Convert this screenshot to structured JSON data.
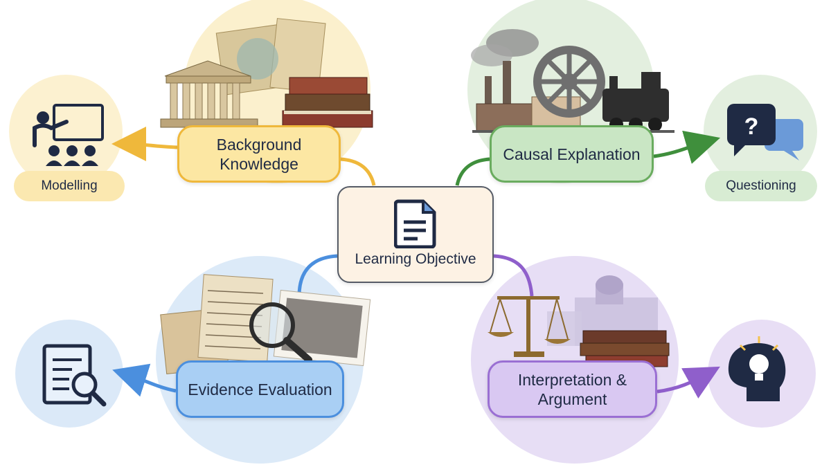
{
  "center": {
    "label": "Learning Objective",
    "icon": "document-icon"
  },
  "branches": [
    {
      "id": "background",
      "label": "Background Knowledge",
      "color": "#efb83b",
      "fill": "#fce7a3",
      "illustration": "ancient-temple-map-books-illustration"
    },
    {
      "id": "causal",
      "label": "Causal Explanation",
      "color": "#6aac5f",
      "fill": "#c9e6c4",
      "illustration": "factory-gear-locomotive-illustration"
    },
    {
      "id": "evidence",
      "label": "Evidence Evaluation",
      "color": "#4b8fde",
      "fill": "#a9cff4",
      "illustration": "manuscripts-magnifier-photo-illustration"
    },
    {
      "id": "interpretation",
      "label": "Interpretation & Argument",
      "color": "#9a6fd3",
      "fill": "#d9c8f2",
      "illustration": "scales-books-buildings-illustration"
    }
  ],
  "strategies": [
    {
      "id": "modelling",
      "label": "Modelling",
      "icon": "teacher-presenting-icon"
    },
    {
      "id": "questioning",
      "label": "Questioning",
      "icon": "speech-bubbles-question-icon"
    },
    {
      "id": "evidence-icon",
      "label": "",
      "icon": "document-magnifier-icon"
    },
    {
      "id": "interpretation-icon",
      "label": "",
      "icon": "head-lightbulb-icon"
    }
  ]
}
